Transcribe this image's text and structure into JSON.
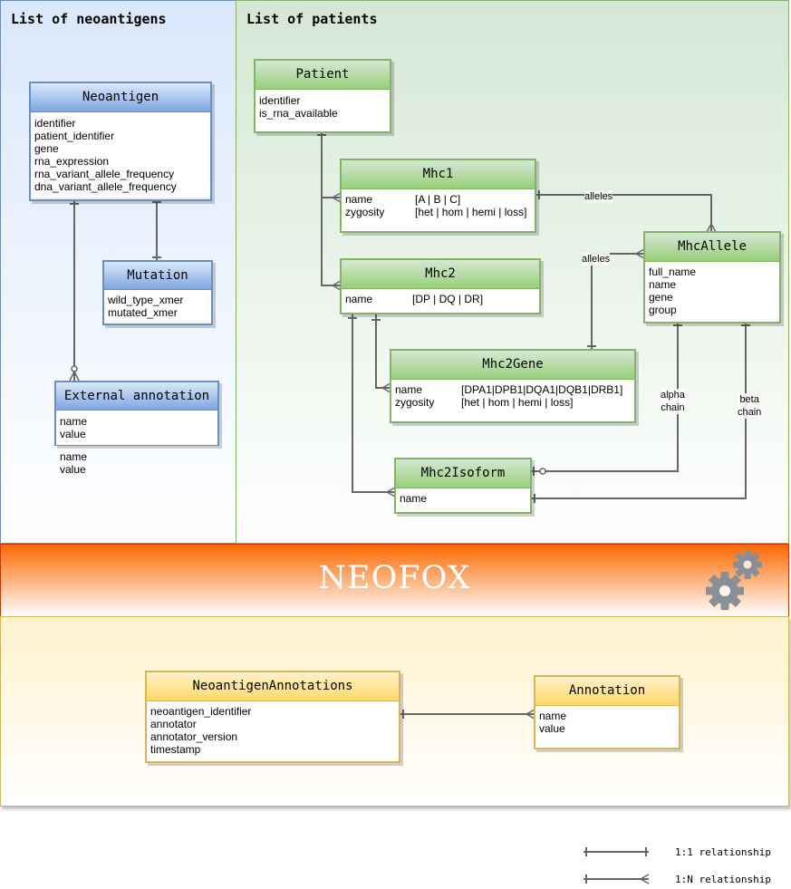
{
  "panels": {
    "neoantigens_title": "List of neoantigens",
    "patients_title": "List of patients",
    "banner_title": "NEOFOX"
  },
  "icons": {
    "banner": "gears-icon"
  },
  "colors": {
    "neoantigens_panel": "#dae8fc",
    "patients_panel": "#d5e8d4",
    "banner": "#fa6800",
    "annotations_panel": "#fff2cc",
    "edge": "#666666"
  },
  "entities": {
    "neoantigen": {
      "title": "Neoantigen",
      "fields": [
        "identifier",
        "patient_identifier",
        "gene",
        "rna_expression",
        "rna_variant_allele_frequency",
        "dna_variant_allele_frequency"
      ]
    },
    "mutation": {
      "title": "Mutation",
      "fields": [
        "wild_type_xmer",
        "mutated_xmer"
      ]
    },
    "external_annotation": {
      "title": "External annotation",
      "fields": [
        "name",
        "value"
      ]
    },
    "external_annotation_extra": [
      "name",
      "value"
    ],
    "patient": {
      "title": "Patient",
      "fields": [
        "identifier",
        "is_rna_available"
      ]
    },
    "mhc1": {
      "title": "Mhc1",
      "fields": [
        {
          "name": "name",
          "value": "[A | B | C]"
        },
        {
          "name": "zygosity",
          "value": "[het | hom | hemi | loss]"
        }
      ]
    },
    "mhc2": {
      "title": "Mhc2",
      "fields": [
        {
          "name": "name",
          "value": "[DP | DQ | DR]"
        }
      ]
    },
    "mhc_allele": {
      "title": "MhcAllele",
      "fields": [
        "full_name",
        "name",
        "gene",
        "group"
      ]
    },
    "mhc2_gene": {
      "title": "Mhc2Gene",
      "fields": [
        {
          "name": "name",
          "value": "[DPA1|DPB1|DQA1|DQB1|DRB1]"
        },
        {
          "name": "zygosity",
          "value": "[het | hom | hemi | loss]"
        }
      ]
    },
    "mhc2_isoform": {
      "title": "Mhc2Isoform",
      "fields": [
        "name"
      ]
    },
    "neoantigen_annotations": {
      "title": "NeoantigenAnnotations",
      "fields": [
        "neoantigen_identifier",
        "annotator",
        "annotator_version",
        "timestamp"
      ]
    },
    "annotation": {
      "title": "Annotation",
      "fields": [
        "name",
        "value"
      ]
    }
  },
  "relationship_labels": {
    "mhc1_alleles": "alleles",
    "mhc2gene_alleles": "alleles",
    "alpha_chain": [
      "alpha",
      "chain"
    ],
    "beta_chain": [
      "beta",
      "chain"
    ]
  },
  "legend": {
    "one_to_one": "1:1 relationship",
    "one_to_many": "1:N relationship"
  }
}
